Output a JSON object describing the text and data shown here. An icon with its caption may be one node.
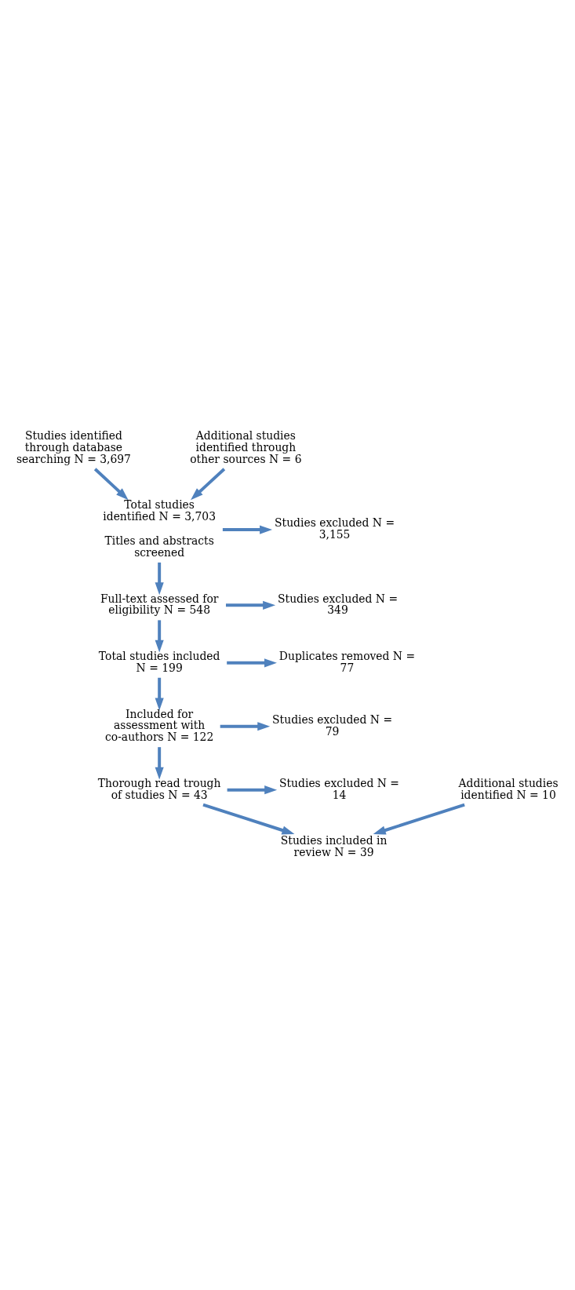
{
  "diagram": {
    "nodes": [
      {
        "text": [
          "Studies identified through database searching N = 3,697"
        ]
      },
      {
        "text": [
          "Additional studies identified through other sources N = 6"
        ]
      },
      {
        "text": [
          "Total studies identified N = 3,703",
          "Titles and abstracts screened"
        ]
      },
      {
        "text": [
          "Studies excluded N = 3,155"
        ]
      },
      {
        "text": [
          "Full-text assessed for eligibility N = 548"
        ]
      },
      {
        "text": [
          "Studies excluded N = 349"
        ]
      },
      {
        "text": [
          "Total studies included N = 199"
        ]
      },
      {
        "text": [
          "Duplicates removed N = 77"
        ]
      },
      {
        "text": [
          "Included for assessment with co-authors N = 122"
        ]
      },
      {
        "text": [
          "Studies excluded N = 79"
        ]
      },
      {
        "text": [
          "Thorough read trough of studies N = 43"
        ]
      },
      {
        "text": [
          "Studies excluded N = 14"
        ]
      },
      {
        "text": [
          "Studies included in review N = 39"
        ]
      },
      {
        "text": [
          "Additional studies identified N = 10"
        ]
      }
    ],
    "edges": [
      {
        "from": 0,
        "to": 2,
        "arrow": "to"
      },
      {
        "from": 1,
        "to": 2,
        "arrow": "to"
      },
      {
        "from": 2,
        "to": 3,
        "arrow": "to"
      },
      {
        "from": 2,
        "to": 4,
        "arrow": "to"
      },
      {
        "from": 4,
        "to": 5,
        "arrow": "to"
      },
      {
        "from": 4,
        "to": 6,
        "arrow": "to"
      },
      {
        "from": 6,
        "to": 7,
        "arrow": "to"
      },
      {
        "from": 6,
        "to": 8,
        "arrow": "to"
      },
      {
        "from": 8,
        "to": 9,
        "arrow": "to"
      },
      {
        "from": 8,
        "to": 10,
        "arrow": "to"
      },
      {
        "from": 10,
        "to": 11,
        "arrow": "to"
      },
      {
        "from": 10,
        "to": 12,
        "arrow": "to"
      },
      {
        "from": 13,
        "to": 12,
        "arrow": "to"
      }
    ]
  }
}
